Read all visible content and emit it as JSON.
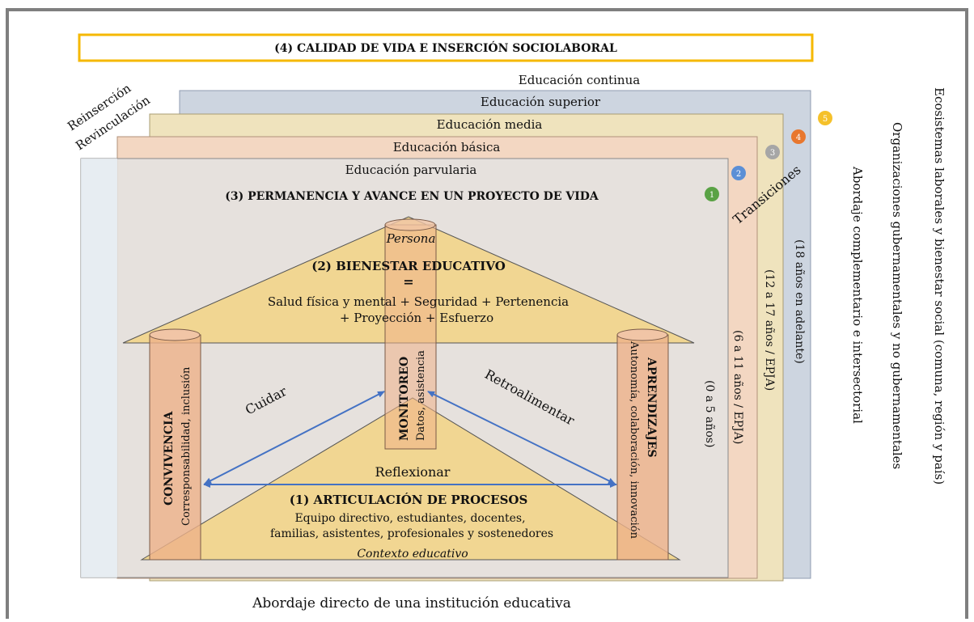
{
  "title": "(4) CALIDAD DE VIDA E INSERCIÓN SOCIOLABORAL",
  "levels": {
    "continua": "Educación continua",
    "superior": "Educación superior",
    "media": "Educación media",
    "basica": "Educación básica",
    "parvularia": "Educación parvularia"
  },
  "corner": {
    "line1": "Reinserción",
    "line2": "Revinculación"
  },
  "permanencia": "(3) PERMANENCIA Y AVANCE EN UN PROYECTO DE VIDA",
  "roof": {
    "persona": "Persona",
    "bienestar": "(2) BIENESTAR EDUCATIVO",
    "equals": "=",
    "line1": "Salud física y mental + Seguridad + Pertenencia",
    "line2": "+ Proyección + Esfuerzo"
  },
  "pillars": {
    "convivencia": {
      "title": "CONVIVENCIA",
      "sub": "Corresponsabilidad, inclusión"
    },
    "monitoreo": {
      "title": "MONITOREO",
      "sub": "Datos, asistencia"
    },
    "aprendizajes": {
      "title": "APRENDIZAJES",
      "sub": "Autonomía, colaboración, innovación"
    }
  },
  "arrows": {
    "cuidar": "Cuidar",
    "retroalimentar": "Retroalimentar",
    "reflexionar": "Reflexionar"
  },
  "base": {
    "title": "(1) ARTICULACIÓN DE PROCESOS",
    "line1": "Equipo directivo, estudiantes, docentes,",
    "line2": "familias, asistentes, profesionales y sostenedores",
    "context": "Contexto educativo"
  },
  "ages": {
    "a0": "(0 a 5 años)",
    "a6": "(6 a 11 años / EPJA)",
    "a12": "(12 a 17 años / EPJA)",
    "a18": "(18 años en adelante)"
  },
  "transiciones": "Transiciones",
  "badges": [
    "1",
    "2",
    "3",
    "4",
    "5"
  ],
  "badge_colors": [
    "#5aa245",
    "#5b8fd6",
    "#a6a6a6",
    "#e8772e",
    "#f5c12b"
  ],
  "right": {
    "complementario": "Abordaje complementario e intersectorial",
    "organizaciones": "Organizaciones gubernamentales y no gubernamentales",
    "ecosistemas": "Ecosistemas laborales y bienestar social (comuna, región y país)"
  },
  "footer": "Abordaje directo de una institución educativa",
  "colors": {
    "title_border": "#f5b800",
    "roof_fill": "#f4d178",
    "pillar_fill": "#eeb289",
    "arrow": "#4472c4"
  }
}
